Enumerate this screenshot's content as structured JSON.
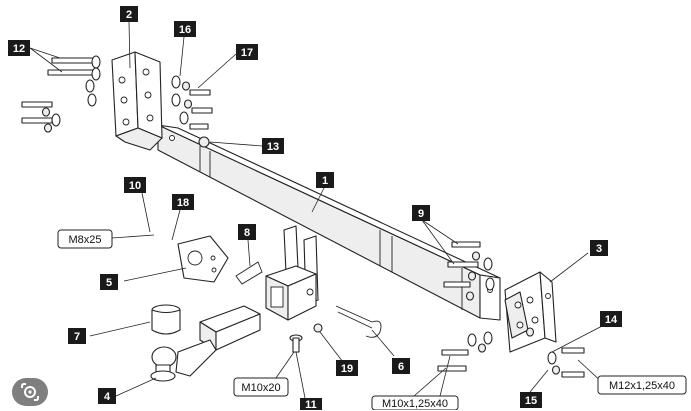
{
  "parts": {
    "p1": "1",
    "p2": "2",
    "p3": "3",
    "p4": "4",
    "p5": "5",
    "p6": "6",
    "p7": "7",
    "p8": "8",
    "p9": "9",
    "p10": "10",
    "p11": "11",
    "p12": "12",
    "p13": "13",
    "p14": "14",
    "p15": "15",
    "p16": "16",
    "p17": "17",
    "p18": "18",
    "p19": "19"
  },
  "specs": {
    "s_m8x25": "M8x25",
    "s_m10x20": "M10x20",
    "s_m10x125x40": "M10x1,25x40",
    "s_m12x125x40": "M12x1,25x40"
  },
  "overlay_icon": "google-lens-icon"
}
